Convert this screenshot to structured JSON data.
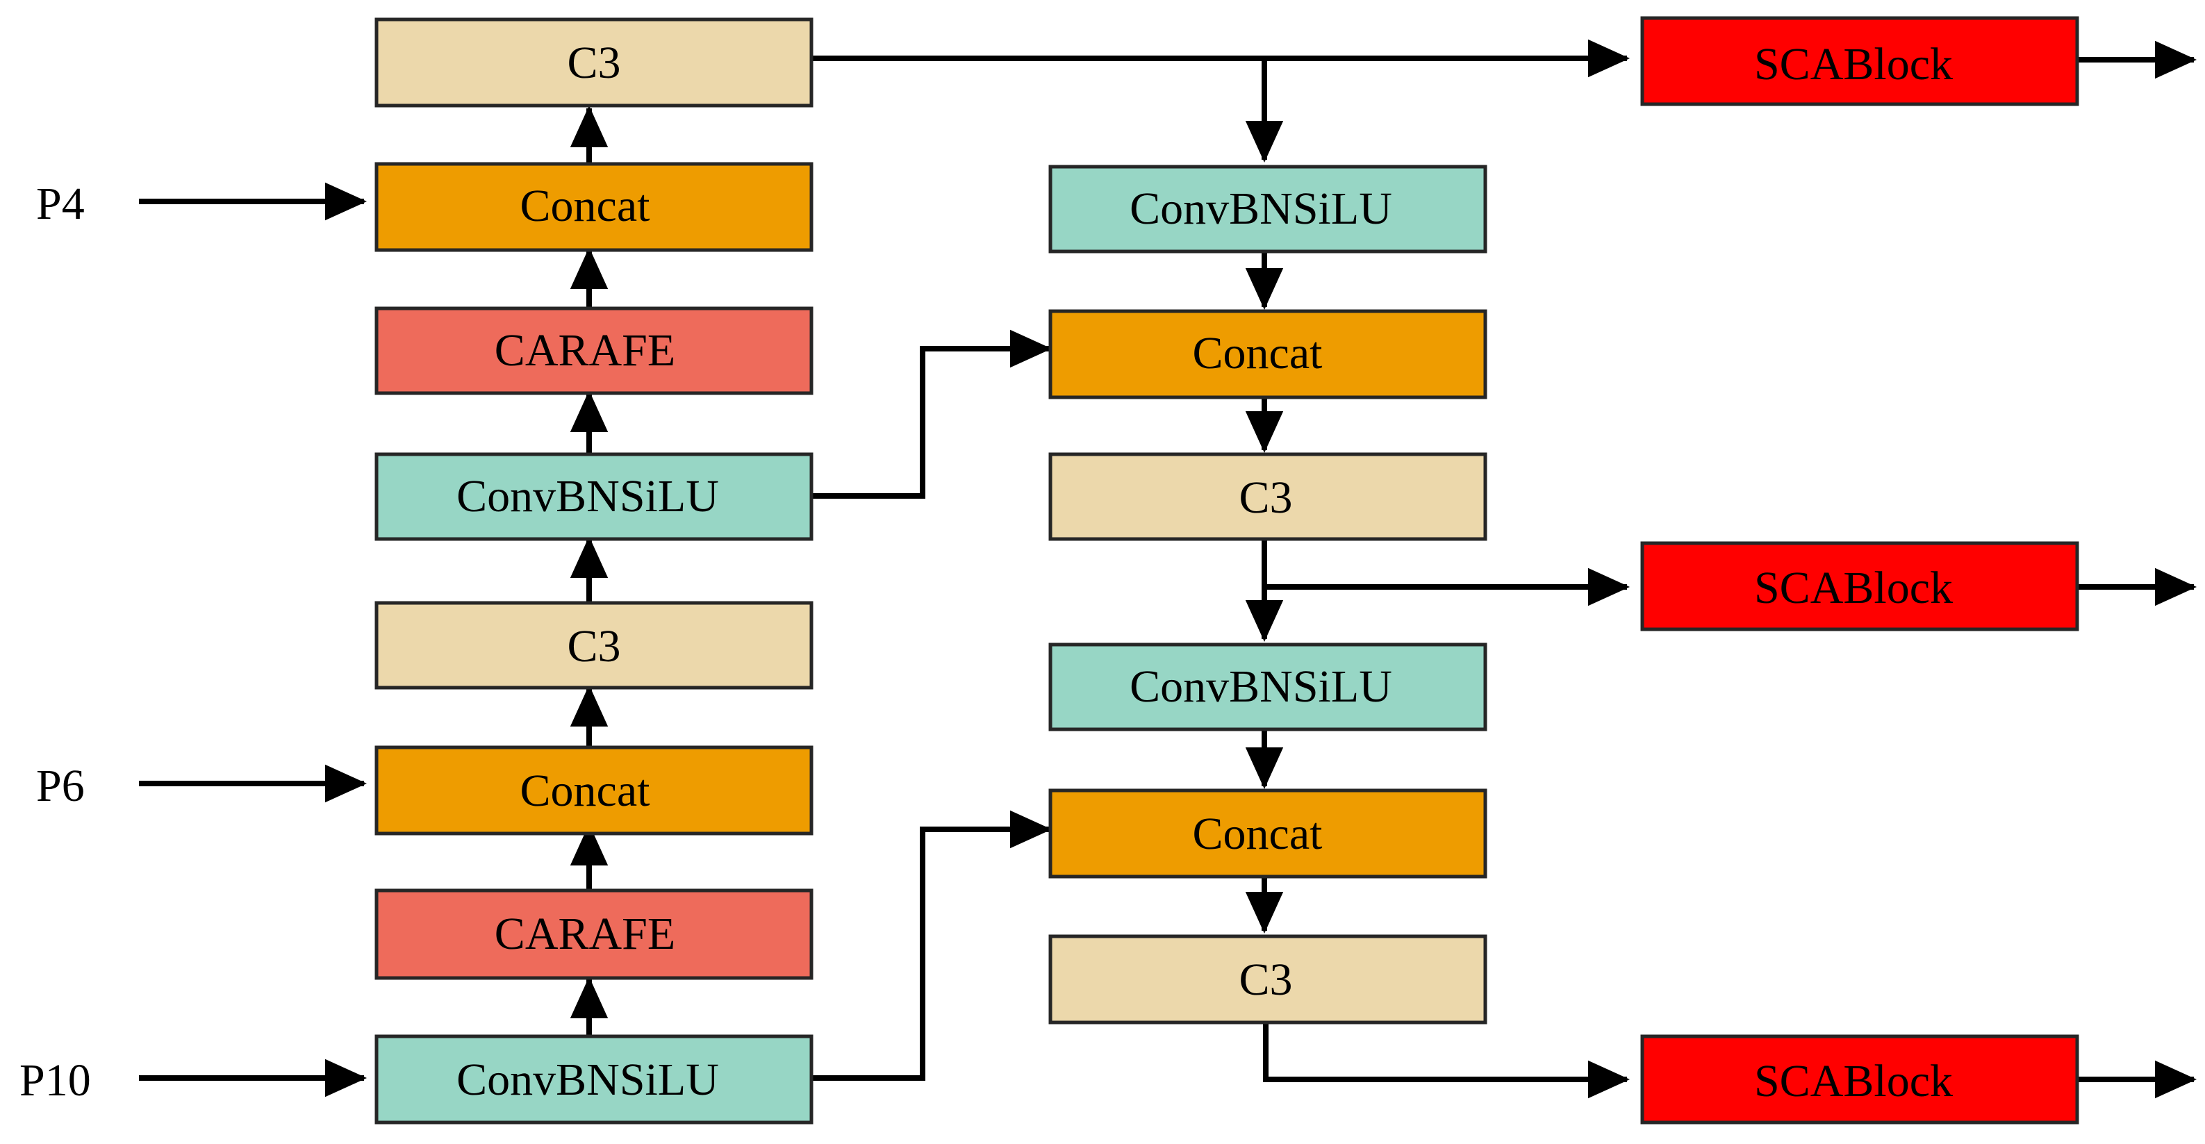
{
  "colors": {
    "c3": "#ecd8ab",
    "concat": "#ee9c00",
    "carafe": "#ee6b5b",
    "conv": "#97d6c5",
    "scablock": "#ff0000",
    "stroke": "#262626",
    "arrow": "#000000"
  },
  "inputs": {
    "p4": "P4",
    "p6": "P6",
    "p10": "P10"
  },
  "left_column": {
    "c3_top": "C3",
    "concat_top": "Concat",
    "carafe_top": "CARAFE",
    "conv_mid": "ConvBNSiLU",
    "c3_mid": "C3",
    "concat_mid": "Concat",
    "carafe_bottom": "CARAFE",
    "conv_bottom": "ConvBNSiLU"
  },
  "middle_column": {
    "conv_1": "ConvBNSiLU",
    "concat_1": "Concat",
    "c3_1": "C3",
    "conv_2": "ConvBNSiLU",
    "concat_2": "Concat",
    "c3_2": "C3"
  },
  "outputs": {
    "sca_1": "SCABlock",
    "sca_2": "SCABlock",
    "sca_3": "SCABlock"
  }
}
